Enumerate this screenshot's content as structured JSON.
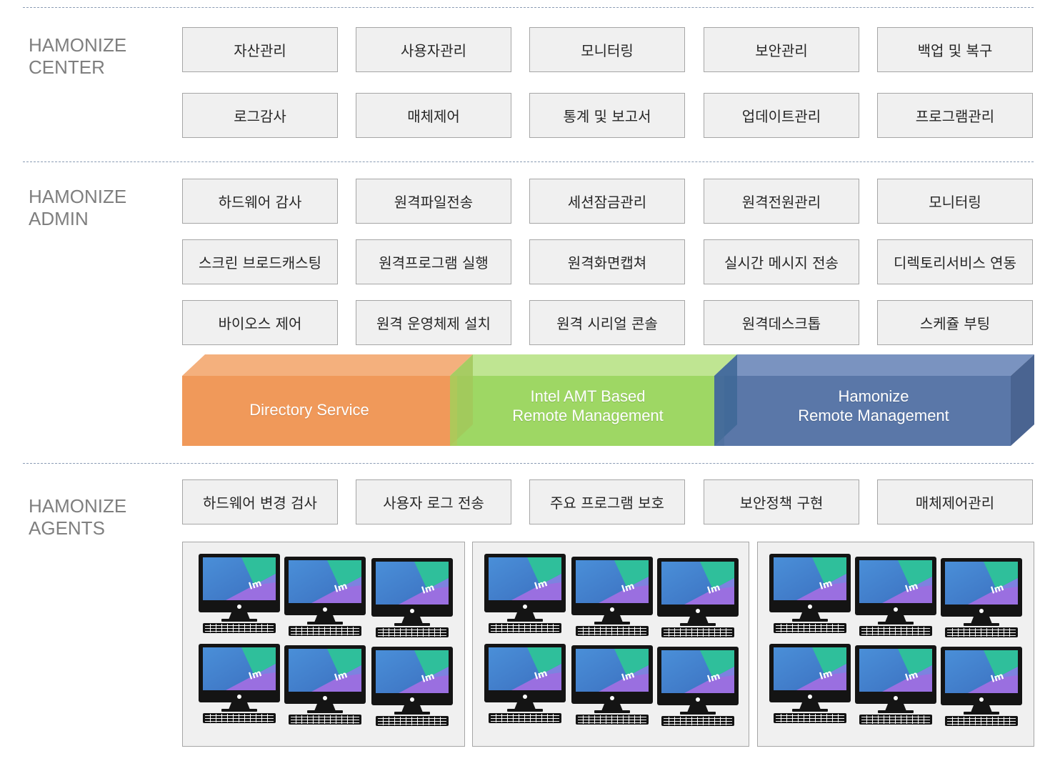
{
  "sections": {
    "center": {
      "label_line1": "HAMONIZE",
      "label_line2": "CENTER"
    },
    "admin": {
      "label_line1": "HAMONIZE",
      "label_line2": "ADMIN"
    },
    "agents": {
      "label_line1": "HAMONIZE",
      "label_line2": "AGENTS"
    }
  },
  "center_rows": [
    [
      "자산관리",
      "사용자관리",
      "모니터링",
      "보안관리",
      "백업 및 복구"
    ],
    [
      "로그감사",
      "매체제어",
      "통계 및 보고서",
      "업데이트관리",
      "프로그램관리"
    ]
  ],
  "admin_rows": [
    [
      "하드웨어 감사",
      "원격파일전송",
      "세션잠금관리",
      "원격전원관리",
      "모니터링"
    ],
    [
      "스크린 브로드캐스팅",
      "원격프로그램 실행",
      "원격화면캡쳐",
      "실시간 메시지 전송",
      "디렉토리서비스 연동"
    ],
    [
      "바이오스 제어",
      "원격 운영체제 설치",
      "원격 시리얼 콘솔",
      "원격데스크톱",
      "스케쥴 부팅"
    ]
  ],
  "agents_row": [
    "하드웨어 변경 검사",
    "사용자 로그 전송",
    "주요 프로그램 보호",
    "보안정책 구현",
    "매체제어관리"
  ],
  "services_band": {
    "directory": {
      "line1": "Directory Service",
      "color": "#f0995a"
    },
    "intel_amt": {
      "line1": "Intel AMT Based",
      "line2": "Remote Management",
      "color": "#9ed764"
    },
    "hamonize_rm": {
      "line1": "Hamonize",
      "line2": "Remote Management",
      "color": "#5a77a8"
    }
  },
  "agent_groups": [
    {
      "computers": 6,
      "icon": "desktop-computer-icon"
    },
    {
      "computers": 6,
      "icon": "desktop-computer-icon"
    },
    {
      "computers": 6,
      "icon": "desktop-computer-icon"
    }
  ],
  "colors": {
    "divider": "#8a9bb4",
    "box_fill": "#f0f0f0",
    "box_border": "#a6a6a6",
    "label_text": "#7f7f7f"
  }
}
